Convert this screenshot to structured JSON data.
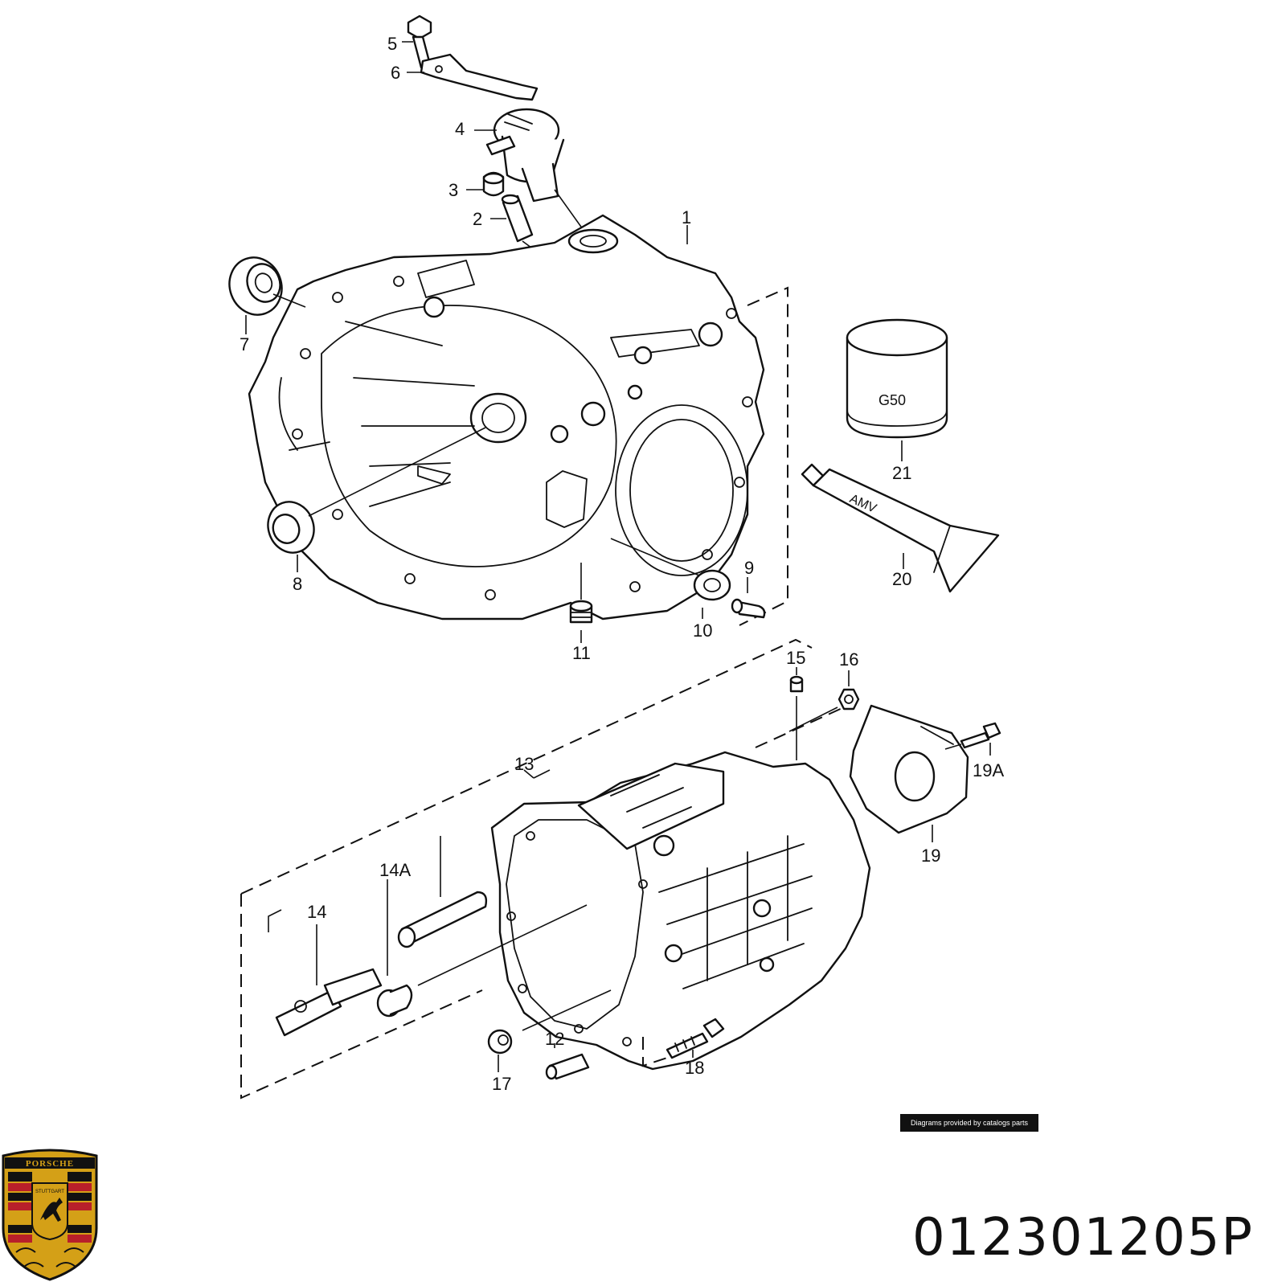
{
  "diagram": {
    "callouts": [
      "1",
      "2",
      "3",
      "4",
      "5",
      "6",
      "7",
      "8",
      "9",
      "10",
      "11",
      "12",
      "13",
      "14",
      "14A",
      "15",
      "16",
      "17",
      "18",
      "19",
      "19A",
      "20",
      "21"
    ],
    "can_label": "G50",
    "tube_label": "AMV"
  },
  "footer": {
    "credit": "Diagrams provided by catalogs parts",
    "part_number": "012301205P"
  },
  "logo": {
    "text": "PORSCHE",
    "city": "STUTTGART",
    "colors": {
      "gold": "#d4a017",
      "red": "#b8202a",
      "black": "#111111"
    }
  }
}
